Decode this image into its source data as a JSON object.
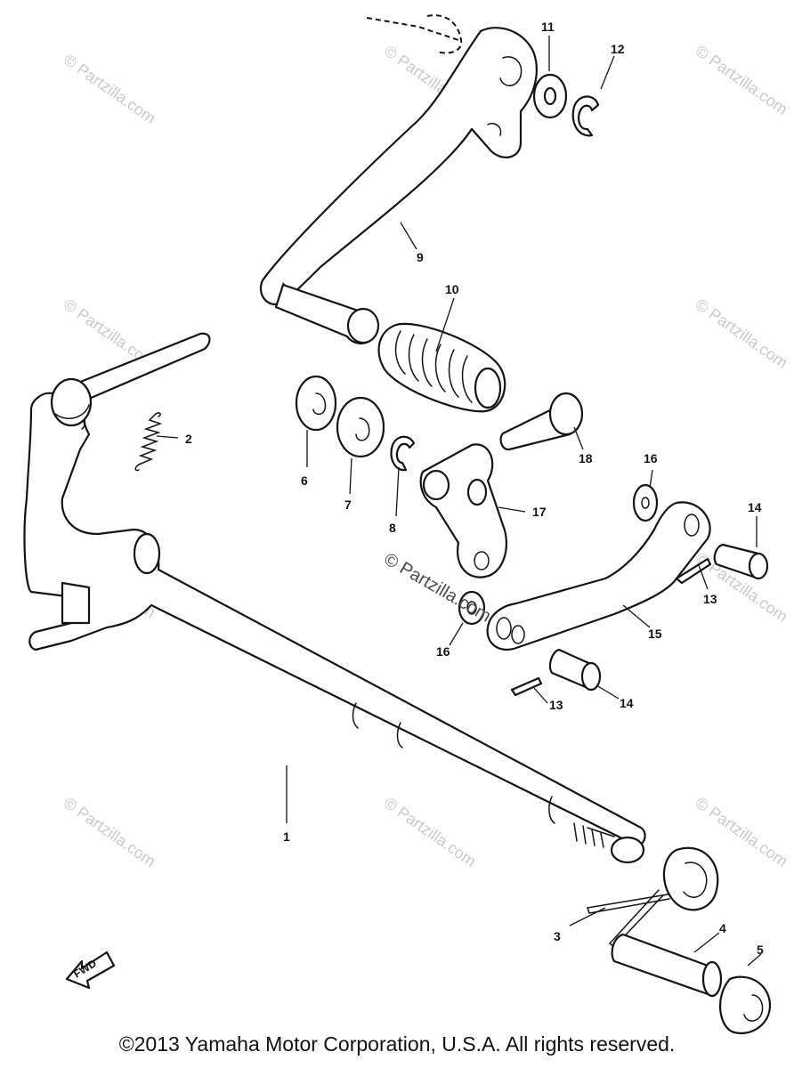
{
  "watermark": {
    "text": "© Partzilla.com",
    "center_text": "© Partzilla.com"
  },
  "callouts": {
    "p1": "1",
    "p2": "2",
    "p3": "3",
    "p4": "4",
    "p5": "5",
    "p6": "6",
    "p7": "7",
    "p8": "8",
    "p9": "9",
    "p10": "10",
    "p11": "11",
    "p12": "12",
    "p13a": "13",
    "p13b": "13",
    "p14a": "14",
    "p14b": "14",
    "p15": "15",
    "p16a": "16",
    "p16b": "16",
    "p17": "17",
    "p18": "18"
  },
  "fwd_label": "FWD",
  "copyright": "©2013 Yamaha Motor Corporation, U.S.A. All rights reserved."
}
